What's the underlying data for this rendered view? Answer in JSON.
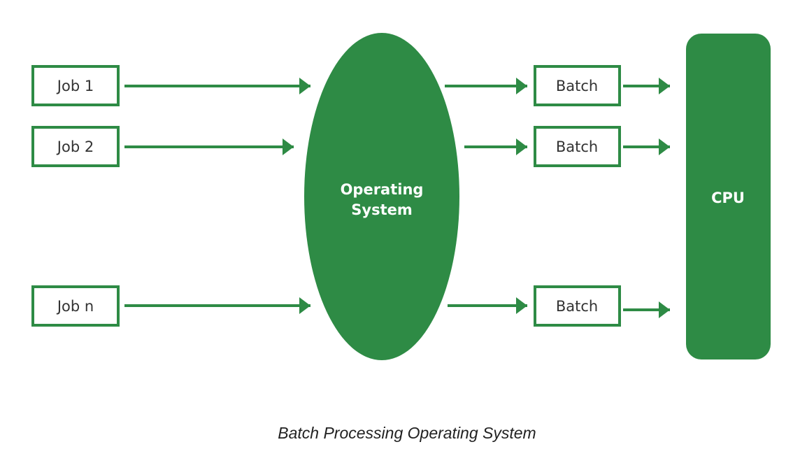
{
  "colors": {
    "green": "#2e8b45",
    "text": "#333333"
  },
  "jobs": [
    {
      "label": "Job 1"
    },
    {
      "label": "Job 2"
    },
    {
      "label": "Job n"
    }
  ],
  "os": {
    "line1": "Operating",
    "line2": "System"
  },
  "batches": [
    {
      "label": "Batch"
    },
    {
      "label": "Batch"
    },
    {
      "label": "Batch"
    }
  ],
  "cpu": {
    "label": "CPU"
  },
  "caption": "Batch Processing Operating System"
}
